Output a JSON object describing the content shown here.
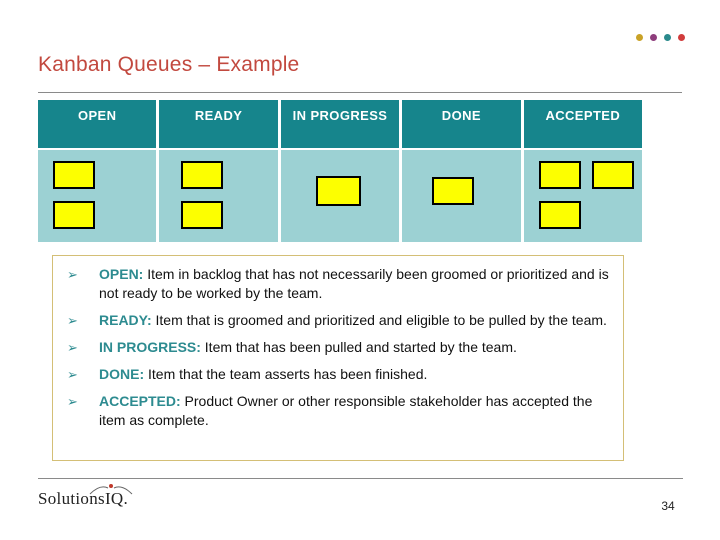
{
  "slide": {
    "title": "Kanban Queues – Example"
  },
  "accent_dots": {
    "colors": [
      "#c9a227",
      "#8e3d7c",
      "#2a8a8c",
      "#d13c3c"
    ]
  },
  "kanban": {
    "columns": [
      "OPEN",
      "READY",
      "IN PROGRESS",
      "DONE",
      "ACCEPTED"
    ],
    "cards_per_column": [
      2,
      2,
      1,
      1,
      3
    ],
    "header_bg": "#16858c",
    "body_bg": "#9cd1d3",
    "card_color": "#fdff00",
    "card_border": "#000000"
  },
  "definitions": {
    "bullet_glyph": "➢",
    "items": [
      {
        "term": "OPEN:",
        "desc": " Item in backlog that has not necessarily been groomed or prioritized and is not ready to be worked by the team."
      },
      {
        "term": "READY:",
        "desc": " Item that is groomed and prioritized and eligible to be pulled by the team."
      },
      {
        "term": "IN PROGRESS:",
        "desc": " Item that has been pulled and started by the team."
      },
      {
        "term": "DONE:",
        "desc": " Item that the team asserts has been finished."
      },
      {
        "term": "ACCEPTED:",
        "desc": " Product Owner or other responsible stakeholder has accepted the item as complete."
      }
    ]
  },
  "footer": {
    "logo_text": "SolutionsIQ.",
    "page_number": "34"
  },
  "colors": {
    "title_red": "#c2493f",
    "rule_gray": "#8a8a8a",
    "term_teal": "#2d8b90",
    "box_border_tan": "#d4bf76"
  }
}
